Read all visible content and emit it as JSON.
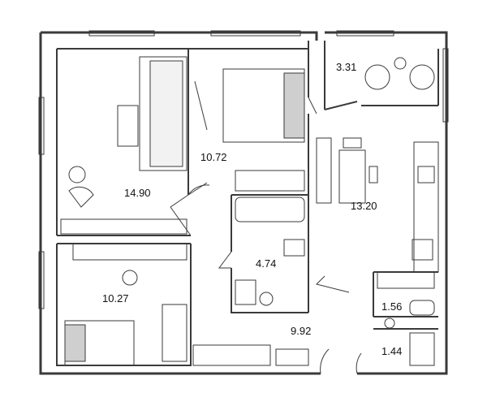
{
  "rooms": [
    {
      "id": "living-room",
      "area": "14.90"
    },
    {
      "id": "bedroom",
      "area": "10.72"
    },
    {
      "id": "balcony",
      "area": "3.31"
    },
    {
      "id": "kitchen",
      "area": "13.20"
    },
    {
      "id": "bathroom",
      "area": "4.74"
    },
    {
      "id": "childroom",
      "area": "10.27"
    },
    {
      "id": "hallway",
      "area": "9.92"
    },
    {
      "id": "toilet",
      "area": "1.56"
    },
    {
      "id": "storage",
      "area": "1.44"
    }
  ],
  "colors": {
    "wall": "#2b2b2b",
    "furniture_fill": "#cfcfcf",
    "line": "#3a3a3a"
  }
}
